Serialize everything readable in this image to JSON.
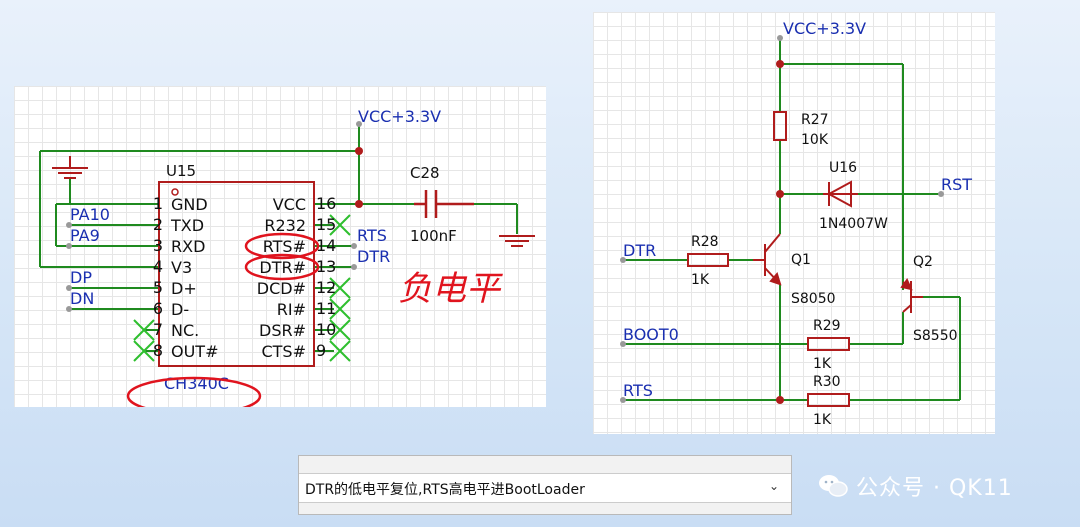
{
  "left_schematic": {
    "vcc_label": "VCC+3.3V",
    "chip_ref": "U15",
    "chip_part": "CH340C",
    "left_pins": [
      {
        "num": "1",
        "name": "GND"
      },
      {
        "num": "2",
        "name": "TXD"
      },
      {
        "num": "3",
        "name": "RXD"
      },
      {
        "num": "4",
        "name": "V3"
      },
      {
        "num": "5",
        "name": "D+"
      },
      {
        "num": "6",
        "name": "D-"
      },
      {
        "num": "7",
        "name": "NC."
      },
      {
        "num": "8",
        "name": "OUT#"
      }
    ],
    "right_pins": [
      {
        "num": "16",
        "name": "VCC"
      },
      {
        "num": "15",
        "name": "R232"
      },
      {
        "num": "14",
        "name": "RTS#"
      },
      {
        "num": "13",
        "name": "DTR#"
      },
      {
        "num": "12",
        "name": "DCD#"
      },
      {
        "num": "11",
        "name": "RI#"
      },
      {
        "num": "10",
        "name": "DSR#"
      },
      {
        "num": "9",
        "name": "CTS#"
      }
    ],
    "left_nets": [
      "PA10",
      "PA9",
      "DP",
      "DN"
    ],
    "right_nets": [
      "RTS",
      "DTR"
    ],
    "cap_ref": "C28",
    "cap_value": "100nF",
    "handwritten_note": "负电平"
  },
  "right_schematic": {
    "vcc_label": "VCC+3.3V",
    "r27_ref": "R27",
    "r27_value": "10K",
    "diode_ref": "U16",
    "diode_part": "1N4007W",
    "rst_label": "RST",
    "dtr_label": "DTR",
    "r28_ref": "R28",
    "r28_value": "1K",
    "q1_ref": "Q1",
    "q1_part": "S8050",
    "q2_ref": "Q2",
    "q2_part": "S8550",
    "boot0_label": "BOOT0",
    "r29_ref": "R29",
    "r29_value": "1K",
    "rts_label": "RTS",
    "r30_ref": "R30",
    "r30_value": "1K"
  },
  "caption_select": {
    "value": "DTR的低电平复位,RTS高电平进BootLoader"
  },
  "watermark": {
    "text": "公众号 · QK11"
  },
  "colors": {
    "wire": "#1f8a1f",
    "component": "#b01c1c",
    "net_label": "#1a2fb0",
    "annotation": "#e0141e"
  }
}
